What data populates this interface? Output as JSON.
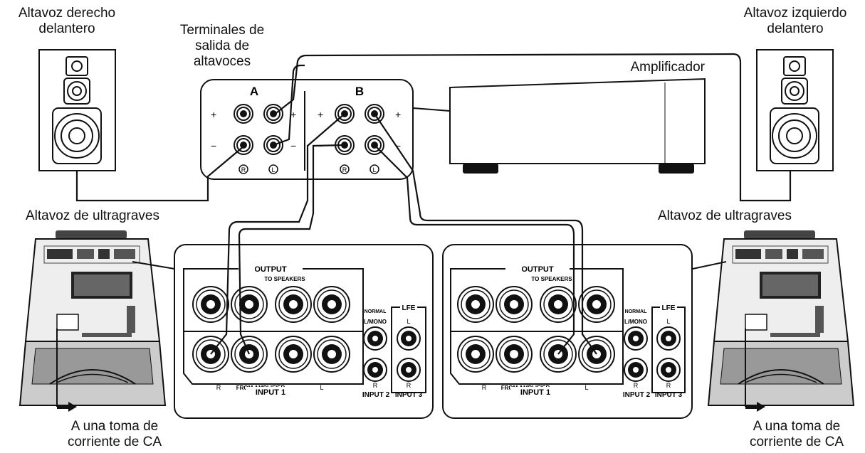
{
  "labels": {
    "front_right": [
      "Altavoz derecho",
      "delantero"
    ],
    "front_left": [
      "Altavoz izquierdo",
      "delantero"
    ],
    "speaker_terminals": [
      "Terminales de",
      "salida de",
      "altavoces"
    ],
    "amplifier": "Amplificador",
    "subwoofer_left": "Altavoz de ultragraves",
    "subwoofer_right": "Altavoz de ultragraves",
    "ac_left": [
      "A una toma de",
      "corriente de CA"
    ],
    "ac_right": [
      "A una toma de",
      "corriente de CA"
    ]
  },
  "amp_terminals": {
    "group_a": "A",
    "group_b": "B",
    "plus": "+",
    "minus": "−",
    "right_mark": "R",
    "left_mark": "L"
  },
  "sub_panel": {
    "output": "OUTPUT",
    "to_speakers": "TO SPEAKERS",
    "from_amplifier": "FROM AMPLIFIER",
    "input1": "INPUT 1",
    "input2": "INPUT 2",
    "input3": "INPUT 3",
    "normal": "NORMAL",
    "lfe": "LFE",
    "lmono": "L/MONO",
    "r_mark": "R",
    "l_mark": "L"
  },
  "colors": {
    "line": "#111111",
    "face": "#eeeeee",
    "shade": "#cccccc"
  }
}
